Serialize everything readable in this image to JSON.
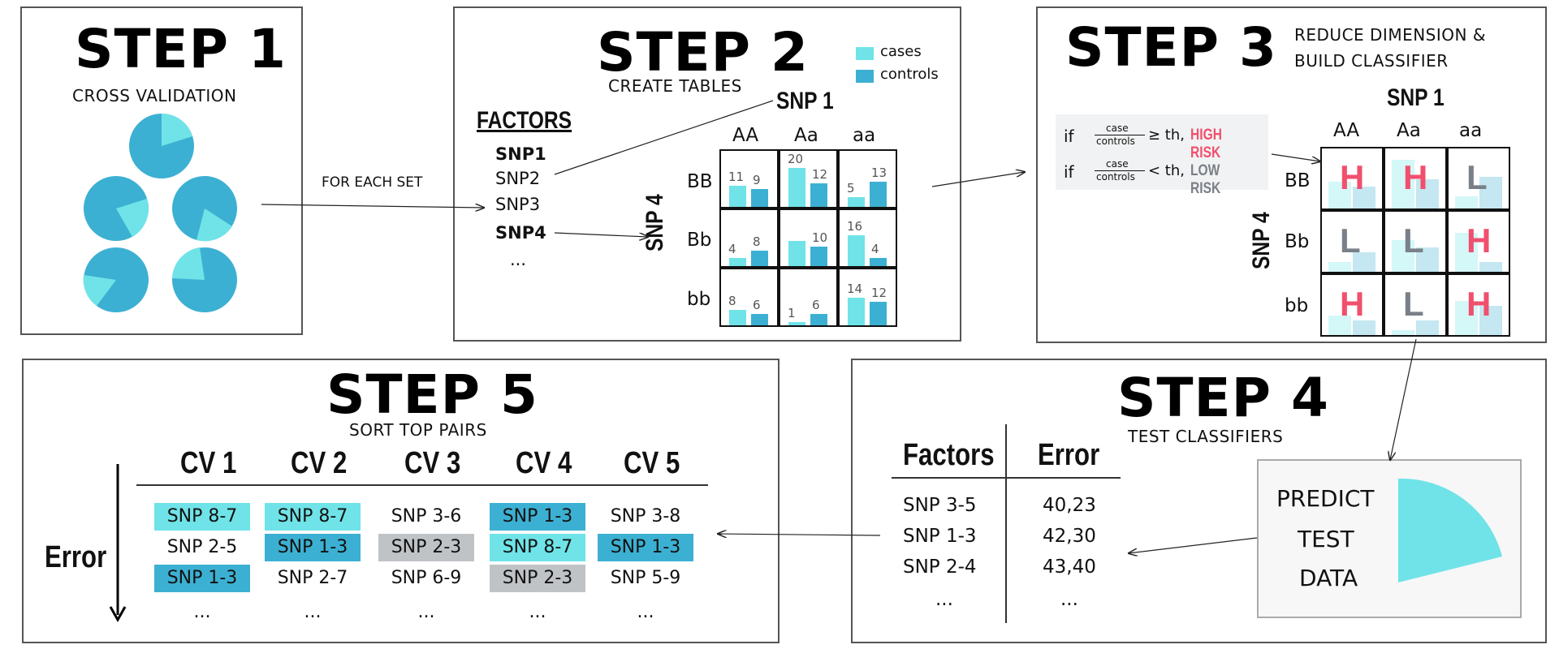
{
  "colors": {
    "cases": "#6fe3e8",
    "controls": "#3cb0d2",
    "high": "#f0506e",
    "low": "#7a8087",
    "tag_light": "#6fe3e8",
    "tag_dark": "#3cb0d2",
    "tag_gray": "#c0c3c6"
  },
  "step1": {
    "title": "STEP 1",
    "subtitle": "CROSS VALIDATION"
  },
  "arrow1_label": "FOR EACH SET",
  "step2": {
    "title": "STEP 2",
    "subtitle": "CREATE TABLES",
    "legend": [
      "cases",
      "controls"
    ],
    "factors_heading": "FACTORS",
    "factors": [
      "SNP1",
      "SNP2",
      "SNP3",
      "SNP4",
      "..."
    ],
    "col_snp": "SNP 1",
    "row_snp": "SNP 4",
    "col_labels": [
      "AA",
      "Aa",
      "aa"
    ],
    "row_labels": [
      "BB",
      "Bb",
      "bb"
    ],
    "cells": [
      [
        {
          "cases": 11,
          "controls": 9,
          "cl": "11",
          "ctl": "9"
        },
        {
          "cases": 20,
          "controls": 12,
          "cl": "20",
          "ctl": "12"
        },
        {
          "cases": 5,
          "controls": 13,
          "cl": "5",
          "ctl": "13"
        }
      ],
      [
        {
          "cases": 4,
          "controls": 8,
          "cl": "4",
          "ctl": "8"
        },
        {
          "cases": 13,
          "controls": 10,
          "cl": "",
          "ctl": "10"
        },
        {
          "cases": 16,
          "controls": 4,
          "cl": "16",
          "ctl": "4"
        }
      ],
      [
        {
          "cases": 8,
          "controls": 6,
          "cl": "8",
          "ctl": "6"
        },
        {
          "cases": 1,
          "controls": 6,
          "cl": "1",
          "ctl": "6"
        },
        {
          "cases": 14,
          "controls": 12,
          "cl": "14",
          "ctl": "12"
        }
      ]
    ]
  },
  "step3": {
    "title": "STEP 3",
    "subtitle_line1": "REDUCE DIMENSION &",
    "subtitle_line2": "BUILD CLASSIFIER",
    "rule1": {
      "if": "if",
      "num": "case",
      "den": "controls",
      "op": "≥ th,",
      "label": "HIGH RISK"
    },
    "rule2": {
      "if": "if",
      "num": "case",
      "den": "controls",
      "op": "< th,",
      "label": "LOW RISK"
    },
    "col_snp": "SNP 1",
    "row_snp": "SNP 4",
    "col_labels": [
      "AA",
      "Aa",
      "aa"
    ],
    "row_labels": [
      "BB",
      "Bb",
      "bb"
    ],
    "labels": [
      [
        "H",
        "H",
        "L"
      ],
      [
        "L",
        "L",
        "H"
      ],
      [
        "H",
        "L",
        "H"
      ]
    ]
  },
  "step4": {
    "title": "STEP 4",
    "subtitle": "TEST CLASSIFIERS",
    "headers": [
      "Factors",
      "Error"
    ],
    "rows": [
      [
        "SNP 3-5",
        "40,23"
      ],
      [
        "SNP 1-3",
        "42,30"
      ],
      [
        "SNP 2-4",
        "43,40"
      ],
      [
        "...",
        "..."
      ]
    ],
    "predict": [
      "PREDICT",
      "TEST",
      "DATA"
    ]
  },
  "step5": {
    "title": "STEP 5",
    "subtitle": "SORT TOP PAIRS",
    "error_label": "Error",
    "cv_headers": [
      "CV 1",
      "CV 2",
      "CV 3",
      "CV 4",
      "CV 5"
    ],
    "columns": [
      [
        {
          "t": "SNP 8-7",
          "c": "light"
        },
        {
          "t": "SNP 2-5",
          "c": "none"
        },
        {
          "t": "SNP 1-3",
          "c": "dark"
        },
        {
          "t": "...",
          "c": "none"
        }
      ],
      [
        {
          "t": "SNP 8-7",
          "c": "light"
        },
        {
          "t": "SNP 1-3",
          "c": "dark"
        },
        {
          "t": "SNP 2-7",
          "c": "none"
        },
        {
          "t": "...",
          "c": "none"
        }
      ],
      [
        {
          "t": "SNP 3-6",
          "c": "none"
        },
        {
          "t": "SNP 2-3",
          "c": "gray"
        },
        {
          "t": "SNP 6-9",
          "c": "none"
        },
        {
          "t": "...",
          "c": "none"
        }
      ],
      [
        {
          "t": "SNP 1-3",
          "c": "dark"
        },
        {
          "t": "SNP 8-7",
          "c": "light"
        },
        {
          "t": "SNP 2-3",
          "c": "gray"
        },
        {
          "t": "...",
          "c": "none"
        }
      ],
      [
        {
          "t": "SNP 3-8",
          "c": "none"
        },
        {
          "t": "SNP 1-3",
          "c": "dark"
        },
        {
          "t": "SNP 5-9",
          "c": "none"
        },
        {
          "t": "...",
          "c": "none"
        }
      ]
    ]
  }
}
